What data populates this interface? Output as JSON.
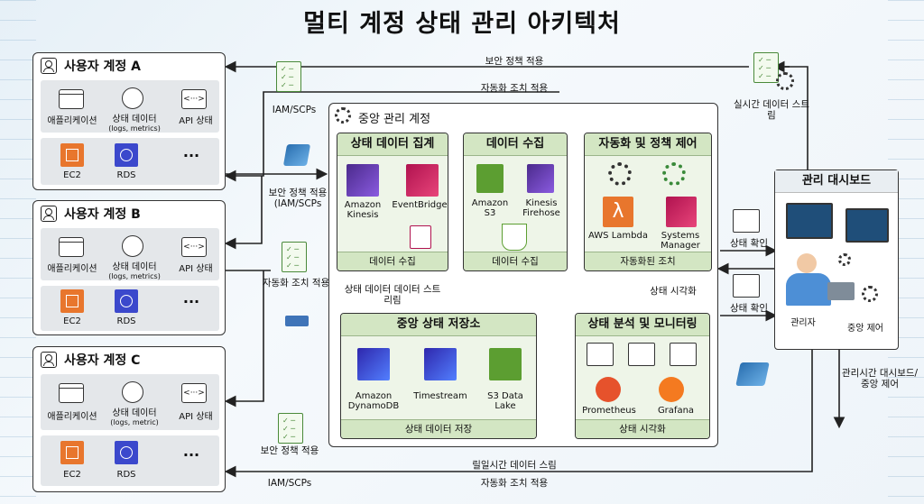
{
  "title": "멀티 계정 상태 관리 아키텍처",
  "accounts": [
    {
      "name": "사용자 계정 A",
      "app": "애플리케이션",
      "state": "상태 데이터",
      "state_sub": "(logs, metrics)",
      "api": "API 상태",
      "api_icon": "<···>",
      "ec2": "EC2",
      "rds": "RDS",
      "more": "···"
    },
    {
      "name": "사용자 계정 B",
      "app": "애플리케이션",
      "state": "상태 데이터",
      "state_sub": "(logs, metrics)",
      "api": "API 상태",
      "api_icon": "<···>",
      "ec2": "EC2",
      "rds": "RDS",
      "more": "···"
    },
    {
      "name": "사용자 계정 C",
      "app": "애플리케이션",
      "state": "상태 데이터",
      "state_sub": "(logs, metric)",
      "api": "API 상태",
      "api_icon": "<···>",
      "ec2": "EC2",
      "rds": "RDS",
      "more": "···"
    }
  ],
  "central": {
    "title": "중앙 관리 계정",
    "collect_agg": {
      "title": "상태 데이터 집계",
      "kinesis": "Amazon Kinesis",
      "eventbridge": "EventBridge",
      "footer": "데이터 수집"
    },
    "collect": {
      "title": "데이터 수집",
      "s3": "Amazon S3",
      "firehose": "Kinesis Firehose",
      "footer": "데이터 수집"
    },
    "automation": {
      "title": "자동화 및 정책 제어",
      "lambda": "AWS Lambda",
      "lambda_glyph": "λ",
      "ssm": "Systems Manager",
      "footer": "자동화된 조치"
    },
    "store": {
      "title": "중앙 상태 저장소",
      "dynamo": "Amazon DynamoDB",
      "timestream": "Timestream",
      "s3": "S3 Data Lake",
      "footer": "상태 데이터 저장"
    },
    "analysis": {
      "title": "상태 분석 및 모니터링",
      "prometheus": "Prometheus",
      "grafana": "Grafana",
      "footer": "상태 시각화"
    },
    "stream_label": "상태 데이터 데이터 스트리림",
    "viz_label": "상태 시각화"
  },
  "dashboard": {
    "title": "관리 대시보드",
    "admin": "관리자",
    "central_control": "중앙 제어"
  },
  "labels": {
    "top_policy": "보안 정책 적용",
    "top_auto": "자동화 조치 적용",
    "iam_top": "IAM/SCPs",
    "realtime_stream": "실시간 데이터 스트림",
    "mid_policy": "보안 정책 적용 (IAM/SCPs",
    "mid_auto": "자동화 조치 적용",
    "status_check1": "상태 확인",
    "status_check2": "상태 확인",
    "realtime_dash": "관리시간 대시보드/ 중앙 제어",
    "bottom_policy": "보안 정책 적용",
    "bottom_iam": "IAM/SCPs",
    "bottom_stream": "릴일시간 데이터 스림",
    "bottom_auto": "자동화 조치 적용"
  }
}
